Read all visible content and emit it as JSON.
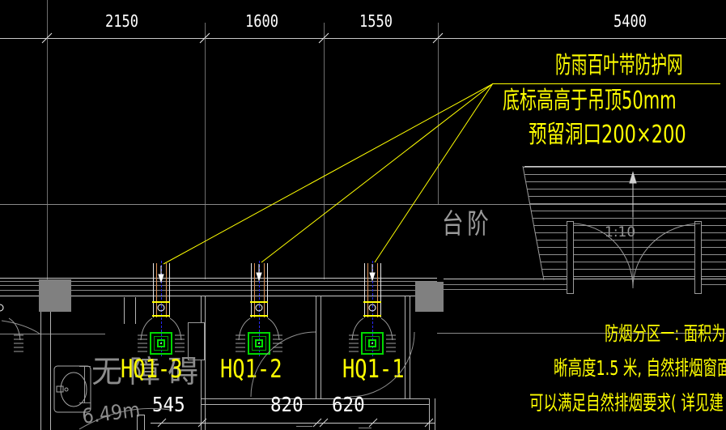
{
  "top_dimensions": {
    "values": [
      "2150",
      "1600",
      "1550",
      "5400"
    ]
  },
  "callout": {
    "title": "防雨百叶带防护网",
    "line2": "底标高高于吊顶50mm",
    "line3": "预留洞口200×200"
  },
  "plan": {
    "steps_label": "台阶",
    "ramp_slope": "1:10",
    "room_label": "无障碍",
    "room_area": "6.49m"
  },
  "fan_labels": [
    {
      "id": "HQ1-3"
    },
    {
      "id": "HQ1-2"
    },
    {
      "id": "HQ1-1"
    }
  ],
  "bottom_dimensions": {
    "values": [
      "545",
      "820",
      "620"
    ]
  },
  "smoke_note": {
    "line1": "防烟分区一: 面积为",
    "line2": "晰高度1.5 米, 自然排烟窗面",
    "line3": "可以满足自然排烟要求( 详见建"
  },
  "colors": {
    "annotation_yellow": "#ffff00",
    "diffuser_green": "#00d800",
    "duct_centerline_blue": "#2828ff",
    "duct_tan": "#de9357",
    "line_gray": "#8a8a8a",
    "dim_white": "#ffffff"
  }
}
